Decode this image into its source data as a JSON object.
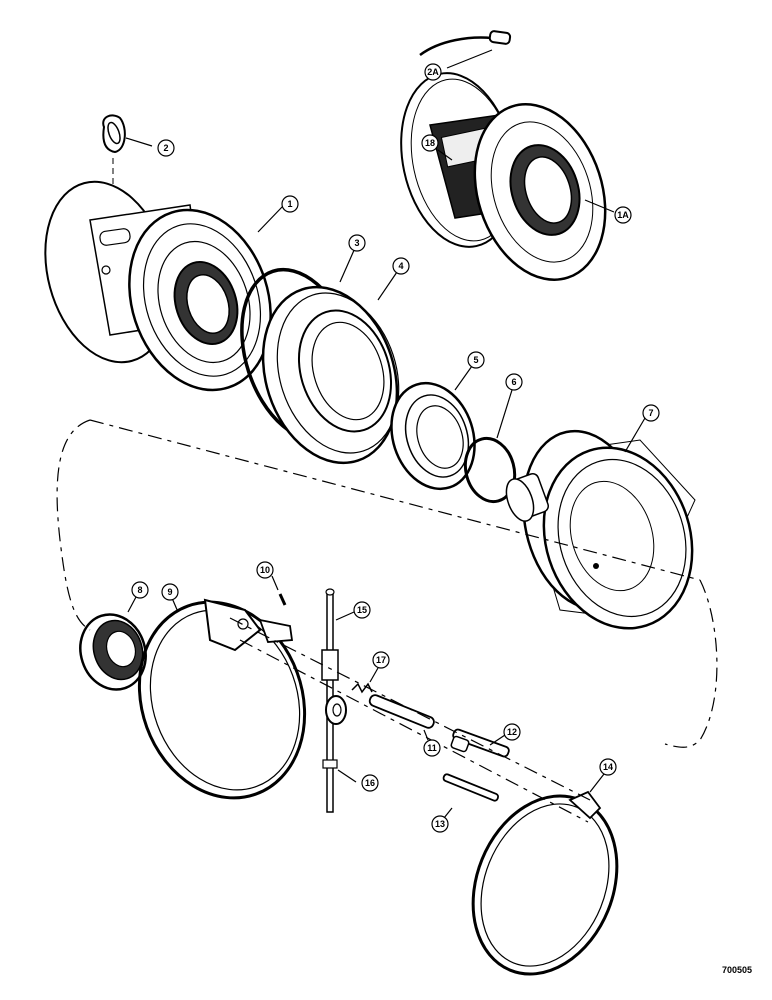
{
  "callouts": {
    "c1": "1",
    "c1a": "1A",
    "c2": "2",
    "c2a": "2A",
    "c3": "3",
    "c4": "4",
    "c5": "5",
    "c6": "6",
    "c7": "7",
    "c8": "8",
    "c9": "9",
    "c10": "10",
    "c11": "11",
    "c12": "12",
    "c13": "13",
    "c14": "14",
    "c15": "15",
    "c16": "16",
    "c17": "17",
    "c18": "18"
  },
  "figure_id": "700505"
}
